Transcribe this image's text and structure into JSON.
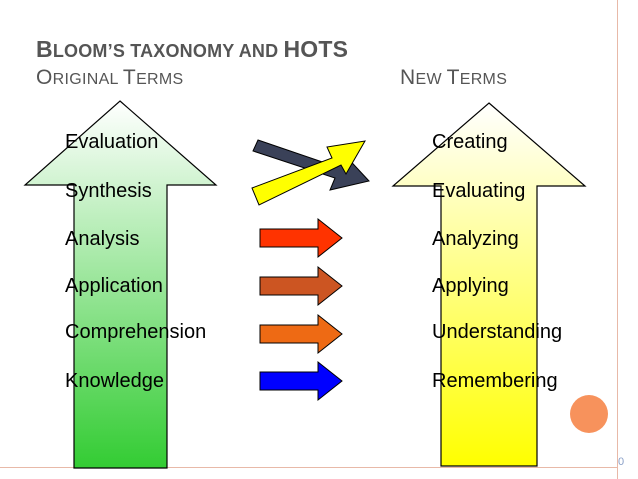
{
  "slide": {
    "title_line1_parts": [
      {
        "text": "B",
        "big": true
      },
      {
        "text": "LOOM",
        "big": false
      },
      {
        "text": "’",
        "big": false
      },
      {
        "text": "S TAXONOMY AND ",
        "big": false
      },
      {
        "text": "HOTS",
        "big": true
      }
    ],
    "title_line2_parts": [
      {
        "text": "O",
        "big": true
      },
      {
        "text": "RIGINAL ",
        "big": false
      },
      {
        "text": "T",
        "big": true
      },
      {
        "text": "ERMS",
        "big": false
      }
    ],
    "new_terms_parts": [
      {
        "text": "N",
        "big": true
      },
      {
        "text": "EW ",
        "big": false
      },
      {
        "text": "T",
        "big": true
      },
      {
        "text": "ERMS",
        "big": false
      }
    ],
    "page_number": "0"
  },
  "original_terms": [
    "Evaluation",
    "Synthesis",
    "Analysis",
    "Application",
    "Comprehension",
    "Knowledge"
  ],
  "new_terms": [
    "Creating",
    "Evaluating",
    "Analyzing",
    "Applying",
    "Understanding",
    "Remembering"
  ],
  "colors": {
    "left_arrow_top": "#ffffff",
    "left_arrow_bottom": "#33cc33",
    "right_arrow_top": "#ffffff",
    "right_arrow_bottom": "#ffff00",
    "cross_dark_arrow": "#3a4158",
    "cross_yellow_arrow": "#ffff00",
    "analysis_arrow": "#ff3300",
    "application_arrow": "#cc5522",
    "comprehension_arrow": "#ee6a14",
    "knowledge_arrow": "#0000ff",
    "accent_dot": "#f7925c"
  }
}
